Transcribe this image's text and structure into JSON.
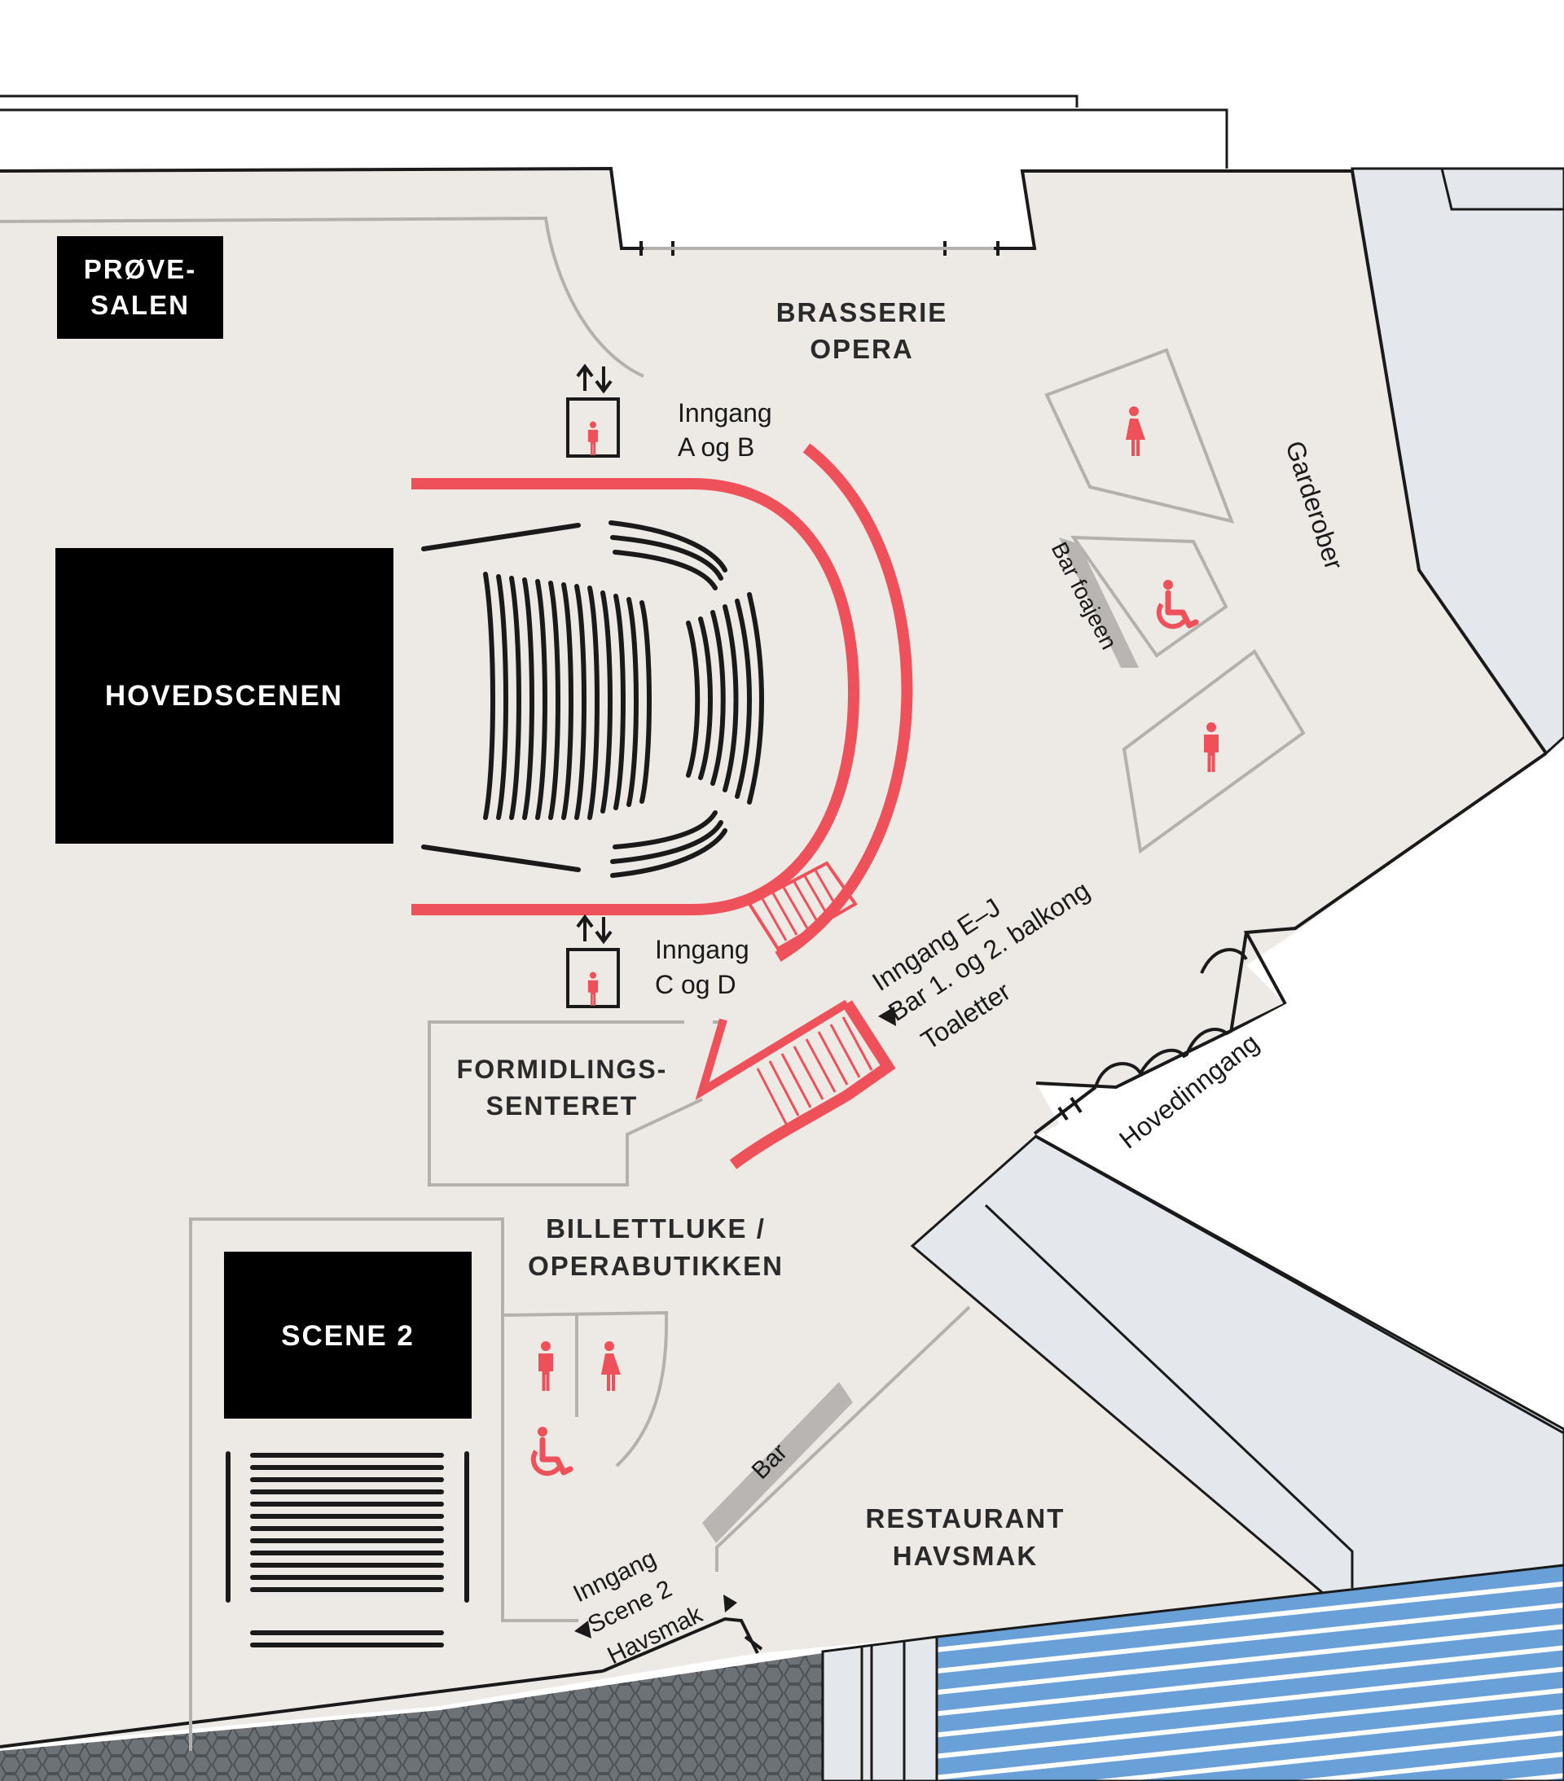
{
  "colors": {
    "floor": "#edeae5",
    "wall": "#1a1a1a",
    "partition": "#b3b0ad",
    "accent": "#ef515b",
    "block": "#000000",
    "glass": "#e4e8ec",
    "water": "#6aa0d8",
    "stone": "#6d7277",
    "bar": "#b8b5b2"
  },
  "labels": {
    "prove_line1": "PRØVE-",
    "prove_line2": "SALEN",
    "hovedscenen": "HOVEDSCENEN",
    "scene2": "SCENE 2",
    "brasserie_line1": "BRASSERIE",
    "brasserie_line2": "OPERA",
    "inngang_ab_line1": "Inngang",
    "inngang_ab_line2": "A og B",
    "inngang_cd_line1": "Inngang",
    "inngang_cd_line2": "C og D",
    "formidling_line1": "FORMIDLINGS-",
    "formidling_line2": "SENTERET",
    "billettluke_line1": "BILLETTLUKE /",
    "billettluke_line2": "OPERABUTIKKEN",
    "restaurant_line1": "RESTAURANT",
    "restaurant_line2": "HAVSMAK",
    "garderober": "Garderober",
    "bar_foajeen": "Bar foajeen",
    "bar": "Bar",
    "hovedinngang": "Hovedinngang",
    "inngang_ej_line1": "Inngang E–J",
    "inngang_ej_line2": "Bar 1. og 2. balkong",
    "inngang_ej_line3": "Toaletter",
    "inngang_s2_line1": "Inngang",
    "inngang_s2_line2": "Scene 2",
    "inngang_s2_line3": "Havsmak"
  },
  "icons": {
    "elevator": "elevator-icon",
    "women": "women-toilet-icon",
    "men": "men-toilet-icon",
    "accessible": "accessible-toilet-icon",
    "stairs": "stairs-icon",
    "entrance_arrow": "entrance-arrow-icon"
  }
}
